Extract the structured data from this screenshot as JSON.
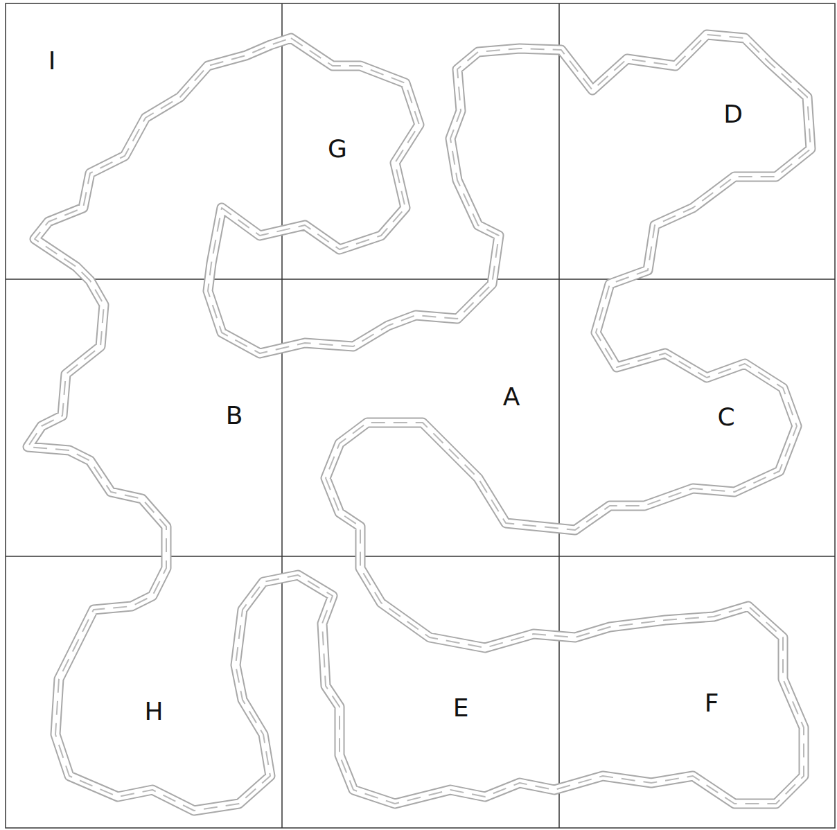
{
  "diagram": {
    "labels": [
      "I",
      "D",
      "G",
      "A",
      "B",
      "C",
      "F",
      "E",
      "H"
    ]
  }
}
